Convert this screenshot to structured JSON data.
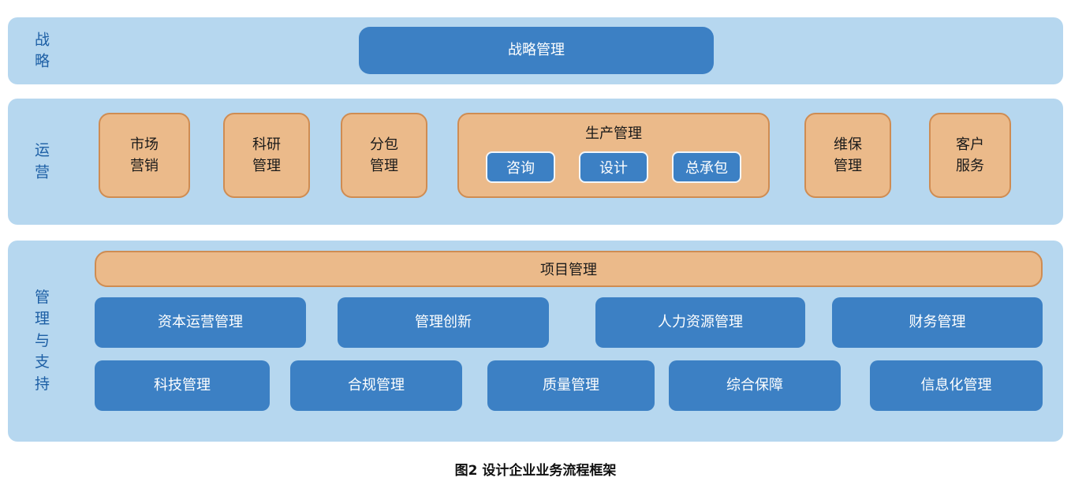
{
  "caption": "图2  设计企业业务流程框架",
  "colors": {
    "band_background": "#b6d7ef",
    "blue_box": "#3c80c4",
    "orange_fill": "#ebba8a",
    "orange_border": "#cf8c52",
    "band_label_text": "#1d5fa5",
    "box_text_white": "#ffffff"
  },
  "strategy_band": {
    "label": "战\n略",
    "box": {
      "label": "战略管理"
    }
  },
  "operations_band": {
    "label": "运\n营",
    "boxes": [
      {
        "label": "市场\n营销"
      },
      {
        "label": "科研\n管理"
      },
      {
        "label": "分包\n管理"
      }
    ],
    "production": {
      "title": "生产管理",
      "buttons": [
        {
          "label": "咨询"
        },
        {
          "label": "设计"
        },
        {
          "label": "总承包"
        }
      ]
    },
    "right_boxes": [
      {
        "label": "维保\n管理"
      },
      {
        "label": "客户\n服务"
      }
    ]
  },
  "management_band": {
    "label": "管\n理\n与\n支\n持",
    "project_bar": {
      "label": "项目管理"
    },
    "row1": [
      {
        "label": "资本运营管理"
      },
      {
        "label": "管理创新"
      },
      {
        "label": "人力资源管理"
      },
      {
        "label": "财务管理"
      }
    ],
    "row2": [
      {
        "label": "科技管理"
      },
      {
        "label": "合规管理"
      },
      {
        "label": "质量管理"
      },
      {
        "label": "综合保障"
      },
      {
        "label": "信息化管理"
      }
    ]
  }
}
